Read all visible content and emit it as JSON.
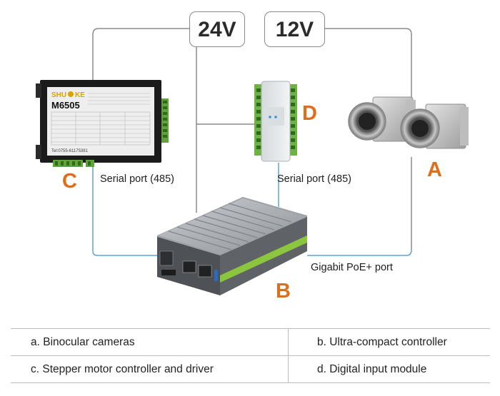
{
  "voltages": {
    "left": "24V",
    "right": "12V"
  },
  "letters": {
    "a": "A",
    "b": "B",
    "c": "C",
    "d": "D"
  },
  "ports": {
    "left": "Serial port (485)",
    "middle": "Serial port (485)",
    "bottom": "Gigabit PoE+ port"
  },
  "driver": {
    "brand_left": "SHU",
    "brand_right": "KE",
    "model": "M6505",
    "footer": "Tel:0755-61175381"
  },
  "legend": {
    "rows": [
      {
        "left": "a.  Binocular cameras",
        "right": "b.  Ultra-compact controller"
      },
      {
        "left": "c.  Stepper motor controller and driver",
        "right": "d.  Digital input module"
      }
    ]
  },
  "colors": {
    "accent": "#e06d18",
    "power_line": "#8c8c8c",
    "signal_line": "#5aa6d8",
    "controller_stripe": "#8cc63f"
  }
}
